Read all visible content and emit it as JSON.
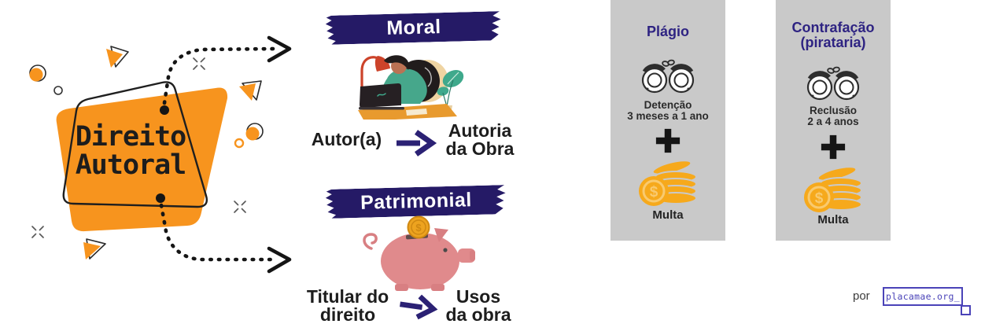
{
  "hero": {
    "title_line1": "Direito",
    "title_line2": "Autoral"
  },
  "moral": {
    "banner_label": "Moral",
    "illustration": "author-working-at-laptop",
    "source_label": "Autor(a)",
    "target_line1": "Autoria",
    "target_line2": "da Obra"
  },
  "patrimonial": {
    "banner_label": "Patrimonial",
    "illustration": "piggy-bank-with-coin",
    "source_line1": "Titular do",
    "source_line2": "direito",
    "target_line1": "Usos",
    "target_line2": "da obra"
  },
  "penalties": [
    {
      "title_line1": "Plágio",
      "title_line2": "",
      "top_icon": "handcuffs-icon",
      "sentence_line1": "Detenção",
      "sentence_line2": "3 meses a 1 ano",
      "plus": "+",
      "bottom_icon": "coins-icon",
      "fine_label": "Multa"
    },
    {
      "title_line1": "Contrafação",
      "title_line2": "(pirataria)",
      "top_icon": "handcuffs-icon",
      "sentence_line1": "Reclusão",
      "sentence_line2": "2 a 4 anos",
      "plus": "+",
      "bottom_icon": "coins-icon",
      "fine_label": "Multa"
    }
  ],
  "credit": {
    "prefix": "por",
    "brand": "placamae.org_"
  },
  "colors": {
    "orange": "#F7941E",
    "navy": "#251A66",
    "purple_title": "#2E2382",
    "arrow_purple": "#2B2174",
    "panel_gray": "#C9C9C9",
    "text_dark": "#1D1D1D",
    "pig_pink": "#E08A8C",
    "coin_gold": "#F6A91C",
    "logo_purple": "#4A43B8"
  }
}
